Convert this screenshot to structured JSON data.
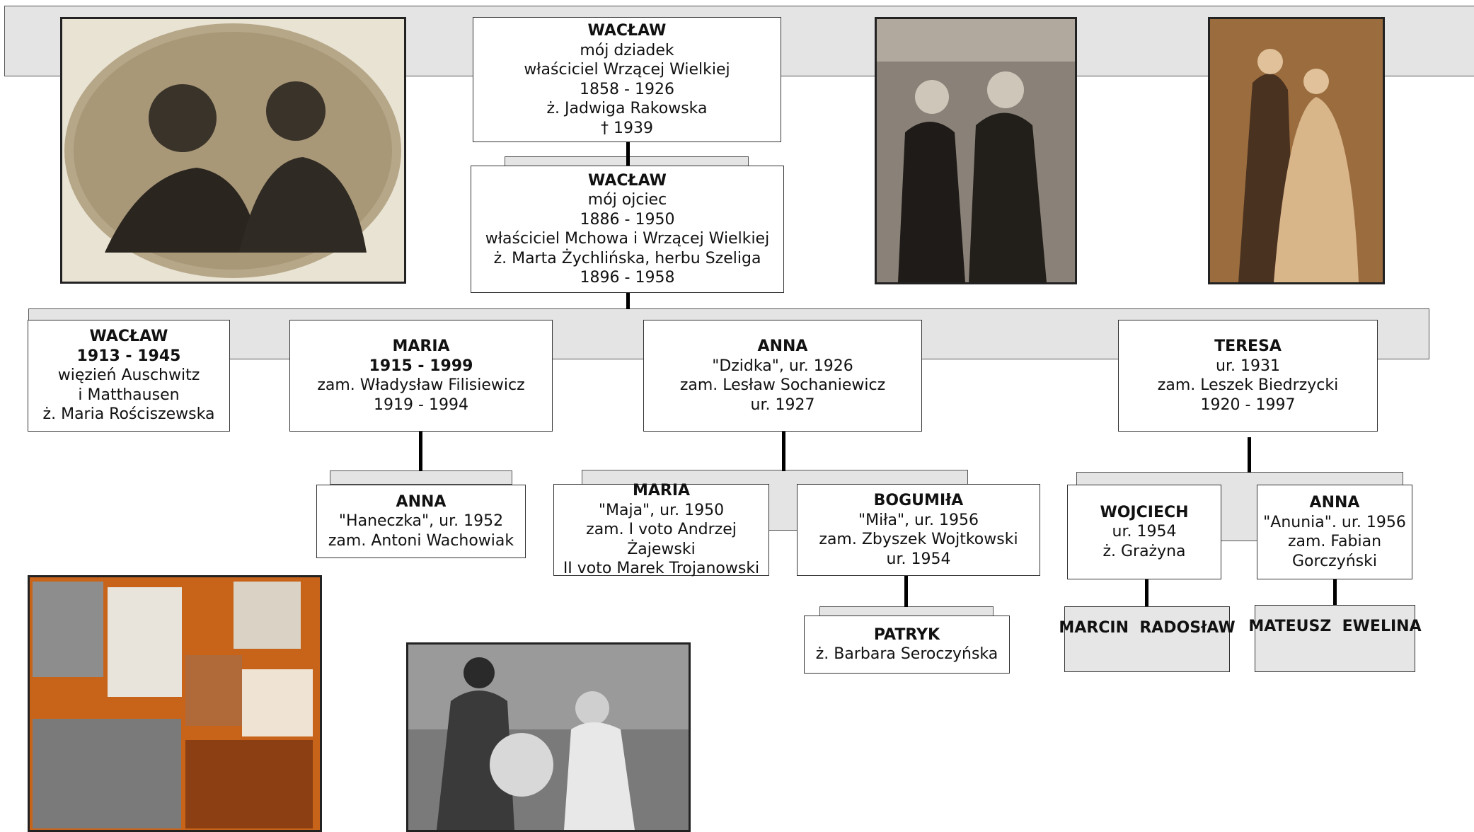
{
  "grandfather": {
    "name": "WACŁAW",
    "l1": "mój dziadek",
    "l2": "właściciel Wrzącej Wielkiej",
    "l3": "1858 - 1926",
    "l4": "ż. Jadwiga Rakowska",
    "l5": "† 1939"
  },
  "father": {
    "name": "WACŁAW",
    "l1": "mój ojciec",
    "l2": "1886 - 1950",
    "l3": "właściciel Mchowa i Wrzącej Wielkiej",
    "l4": "ż. Marta Żychlińska, herbu Szeliga",
    "l5": "1896 - 1958"
  },
  "children": [
    {
      "name": "WACŁAW",
      "years": "1913 - 1945",
      "l1": "więzień Auschwitz",
      "l2": "i Matthausen",
      "l3": "ż. Maria Rościszewska"
    },
    {
      "name": "MARIA",
      "years": "1915 - 1999",
      "l1": "zam. Władysław Filisiewicz",
      "l2": "1919 - 1994"
    },
    {
      "name": "ANNA",
      "l1": "\"Dzidka\", ur. 1926",
      "l2": "zam. Lesław Sochaniewicz",
      "l3": "ur. 1927"
    },
    {
      "name": "TERESA",
      "l1": "ur. 1931",
      "l2": "zam. Leszek Biedrzycki",
      "l3": "1920 - 1997"
    }
  ],
  "grandchildren": [
    {
      "name": "ANNA",
      "l1": "\"Haneczka\", ur. 1952",
      "l2": "zam. Antoni Wachowiak"
    },
    {
      "name": "MARIA",
      "l1": "\"Maja\", ur. 1950",
      "l2": "zam. I voto Andrzej Żajewski",
      "l3": "II voto Marek Trojanowski"
    },
    {
      "name": "BOGUMIłA",
      "l1": "\"Miła\", ur. 1956",
      "l2": "zam. Zbyszek Wojtkowski",
      "l3": "ur. 1954"
    },
    {
      "name": "WOJCIECH",
      "l1": "ur. 1954",
      "l2": "ż. Grażyna"
    },
    {
      "name": "ANNA",
      "l1": "\"Anunia\". ur. 1956",
      "l2": "zam. Fabian",
      "l3": "Gorczyński"
    }
  ],
  "great_grandchildren": [
    {
      "name": "PATRYK",
      "l1": "ż. Barbara Seroczyńska"
    },
    {
      "name": "MARCIN  RADOSłAW"
    },
    {
      "name": "MATEUSZ  EWELINA"
    }
  ],
  "colors": {
    "band": "#e4e4e4",
    "line": "#000000",
    "border": "#333333"
  }
}
